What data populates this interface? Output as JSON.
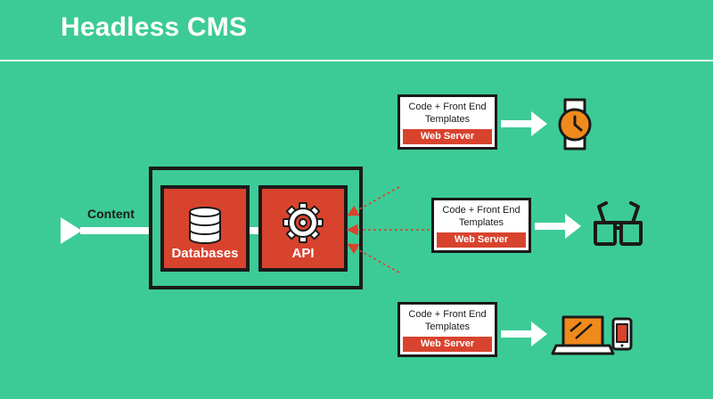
{
  "title": "Headless CMS",
  "content_label": "Content",
  "databases_label": "Databases",
  "api_label": "API",
  "servers": [
    {
      "code": "Code + Front End Templates",
      "server": "Web Server",
      "device": "watch-icon"
    },
    {
      "code": "Code + Front End Templates",
      "server": "Web Server",
      "device": "vr-glasses-icon"
    },
    {
      "code": "Code + Front End Templates",
      "server": "Web Server",
      "device": "laptop-phone-icon"
    }
  ],
  "colors": {
    "background": "#3ccb96",
    "accent": "#d8432e",
    "outline": "#1a1a1a",
    "watch": "#f08a1c"
  }
}
